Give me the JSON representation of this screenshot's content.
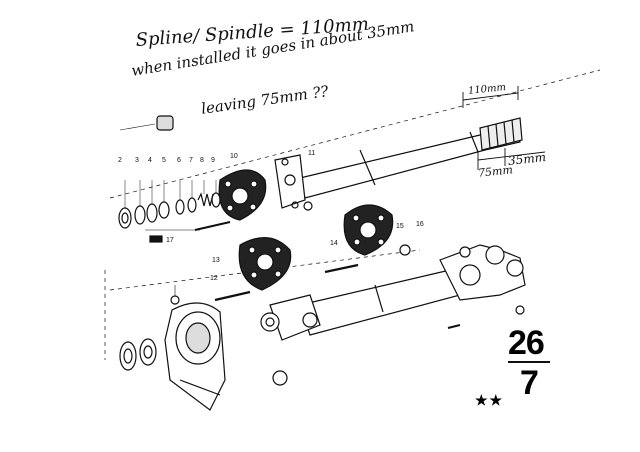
{
  "annotations": {
    "line1": "Spline/ Spindle = 110mm",
    "line2": "when installed it goes in about 35mm",
    "line3": "leaving 75mm ??",
    "dim_110": "110mm",
    "dim_75": "75mm",
    "dim_35": "35mm"
  },
  "callouts": [
    "2",
    "3",
    "4",
    "5",
    "6",
    "7",
    "8",
    "9",
    "10",
    "11",
    "12",
    "13",
    "14",
    "15",
    "16",
    "17"
  ],
  "page_number": {
    "top": "26",
    "bottom": "7"
  },
  "stars": "★★"
}
